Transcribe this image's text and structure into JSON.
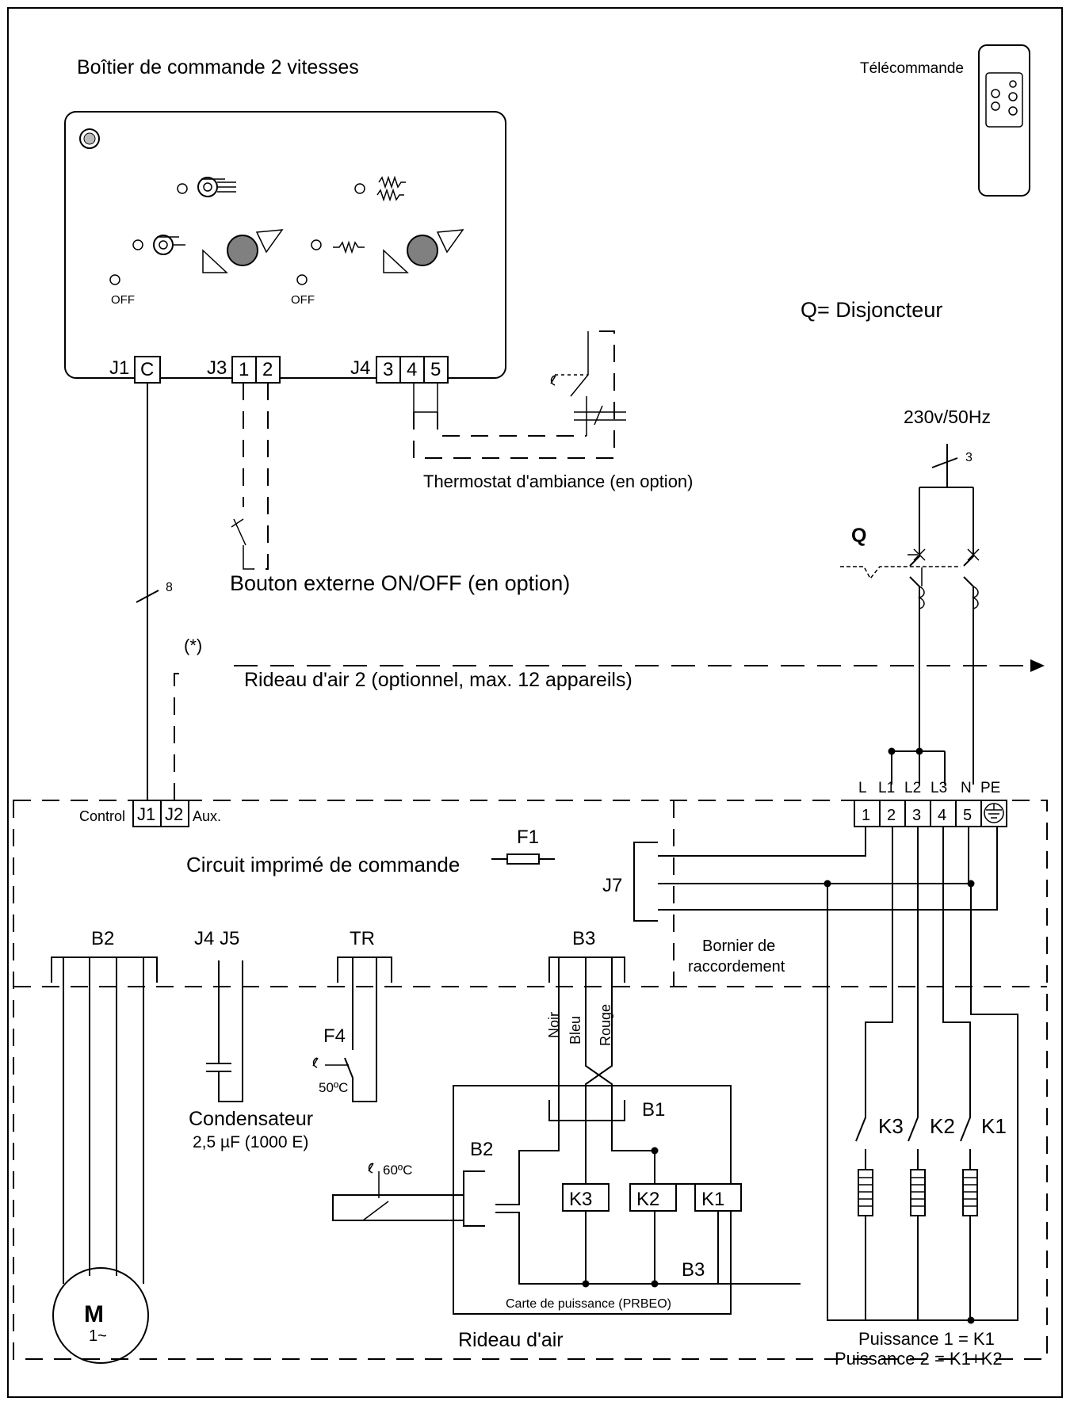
{
  "labels": {
    "control_box_title": "Boîtier de commande 2 vitesses",
    "remote": "Télécommande",
    "breaker_legend": "Q= Disjoncteur",
    "supply": "230v/50Hz",
    "supply_wires": "3",
    "breaker": "Q",
    "thermostat": "Thermostat d'ambiance (en option)",
    "onoff_button": "Bouton externe ON/OFF (en option)",
    "control_wires": "8",
    "aux_note": "(*)",
    "curtain2": "Rideau d'air 2 (optionnel, max. 12 appareils)",
    "off1": "OFF",
    "off2": "OFF",
    "pcb": "Circuit imprimé de commande",
    "terminal_block_1": "Bornier de",
    "terminal_block_2": "raccordement",
    "capacitor": "Condensateur",
    "capacitor_value": "2,5 µF (1000 E)",
    "power_card": "Carte de puissance (PRBEO)",
    "air_curtain": "Rideau d'air",
    "power1": "Puissance 1 = K1",
    "power2": "Puissance 2 = K1+K2",
    "f1": "F1",
    "f4": "F4",
    "temp50": "50ºC",
    "temp60": "60ºC",
    "j7": "J7",
    "b2_left": "B2",
    "b2_card": "B2",
    "b3_top": "B3",
    "b3_card": "B3",
    "b1": "B1",
    "tr": "TR",
    "j4j5": "J4 J5",
    "motor": "M",
    "motor_sub": "1~",
    "wire_noir": "Noir",
    "wire_bleu": "Bleu",
    "wire_rouge": "Rouge",
    "pcb_control": "Control",
    "pcb_aux": "Aux.",
    "pcb_j1": "J1",
    "pcb_j2": "J2",
    "k_card": [
      "K3",
      "K2",
      "K1"
    ],
    "k_contacts": [
      "K3",
      "K2",
      "K1"
    ]
  },
  "connectors": {
    "j1": "J1",
    "c": "C",
    "j3": "J3",
    "j3_pins": [
      "1",
      "2"
    ],
    "j4": "J4",
    "j4_pins": [
      "3",
      "4",
      "5"
    ]
  },
  "terminals": {
    "names": [
      "L",
      "L1",
      "L2",
      "L3",
      "N",
      "PE"
    ],
    "numbers": [
      "1",
      "2",
      "3",
      "4",
      "5"
    ]
  }
}
